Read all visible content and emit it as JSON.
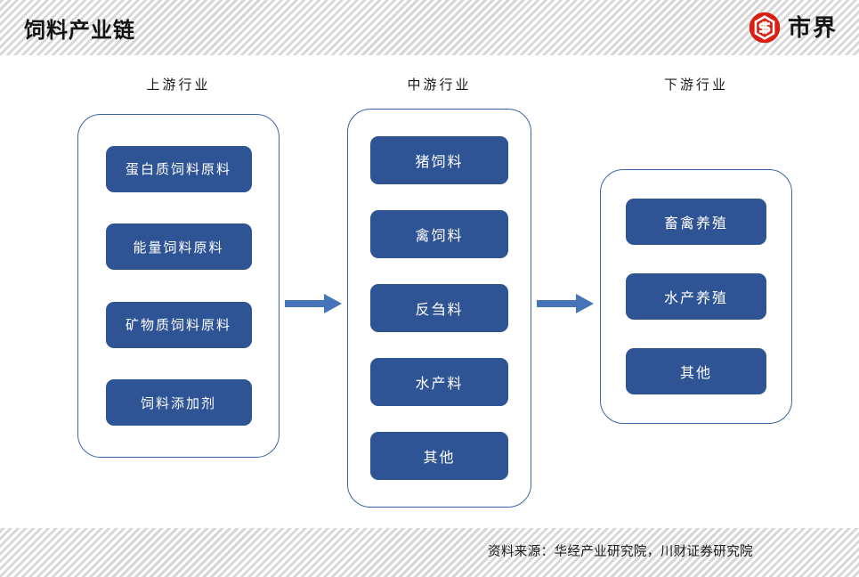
{
  "header": {
    "title": "饲料产业链",
    "brand_name": "市界",
    "brand_icon": "shijie-logo-icon",
    "brand_color": "#d81f13",
    "rule_color": "#575b5e"
  },
  "diagram": {
    "node_fill": "#2e5496",
    "group_border": "#3a66a8",
    "arrow_color": "#4774b8",
    "columns": [
      {
        "id": "upstream",
        "title": "上游行业",
        "nodes": [
          {
            "label": "蛋白质饲料原料"
          },
          {
            "label": "能量饲料原料"
          },
          {
            "label": "矿物质饲料原料"
          },
          {
            "label": "饲料添加剂"
          }
        ]
      },
      {
        "id": "midstream",
        "title": "中游行业",
        "nodes": [
          {
            "label": "猪饲料"
          },
          {
            "label": "禽饲料"
          },
          {
            "label": "反刍料"
          },
          {
            "label": "水产料"
          },
          {
            "label": "其他"
          }
        ]
      },
      {
        "id": "downstream",
        "title": "下游行业",
        "nodes": [
          {
            "label": "畜禽养殖"
          },
          {
            "label": "水产养殖"
          },
          {
            "label": "其他"
          }
        ]
      }
    ],
    "arrows": [
      {
        "id": "upstream-to-midstream",
        "icon": "right-arrow-icon"
      },
      {
        "id": "midstream-to-downstream",
        "icon": "right-arrow-icon"
      }
    ]
  },
  "footer": {
    "source_note": "资料来源：华经产业研究院，川财证券研究院"
  }
}
